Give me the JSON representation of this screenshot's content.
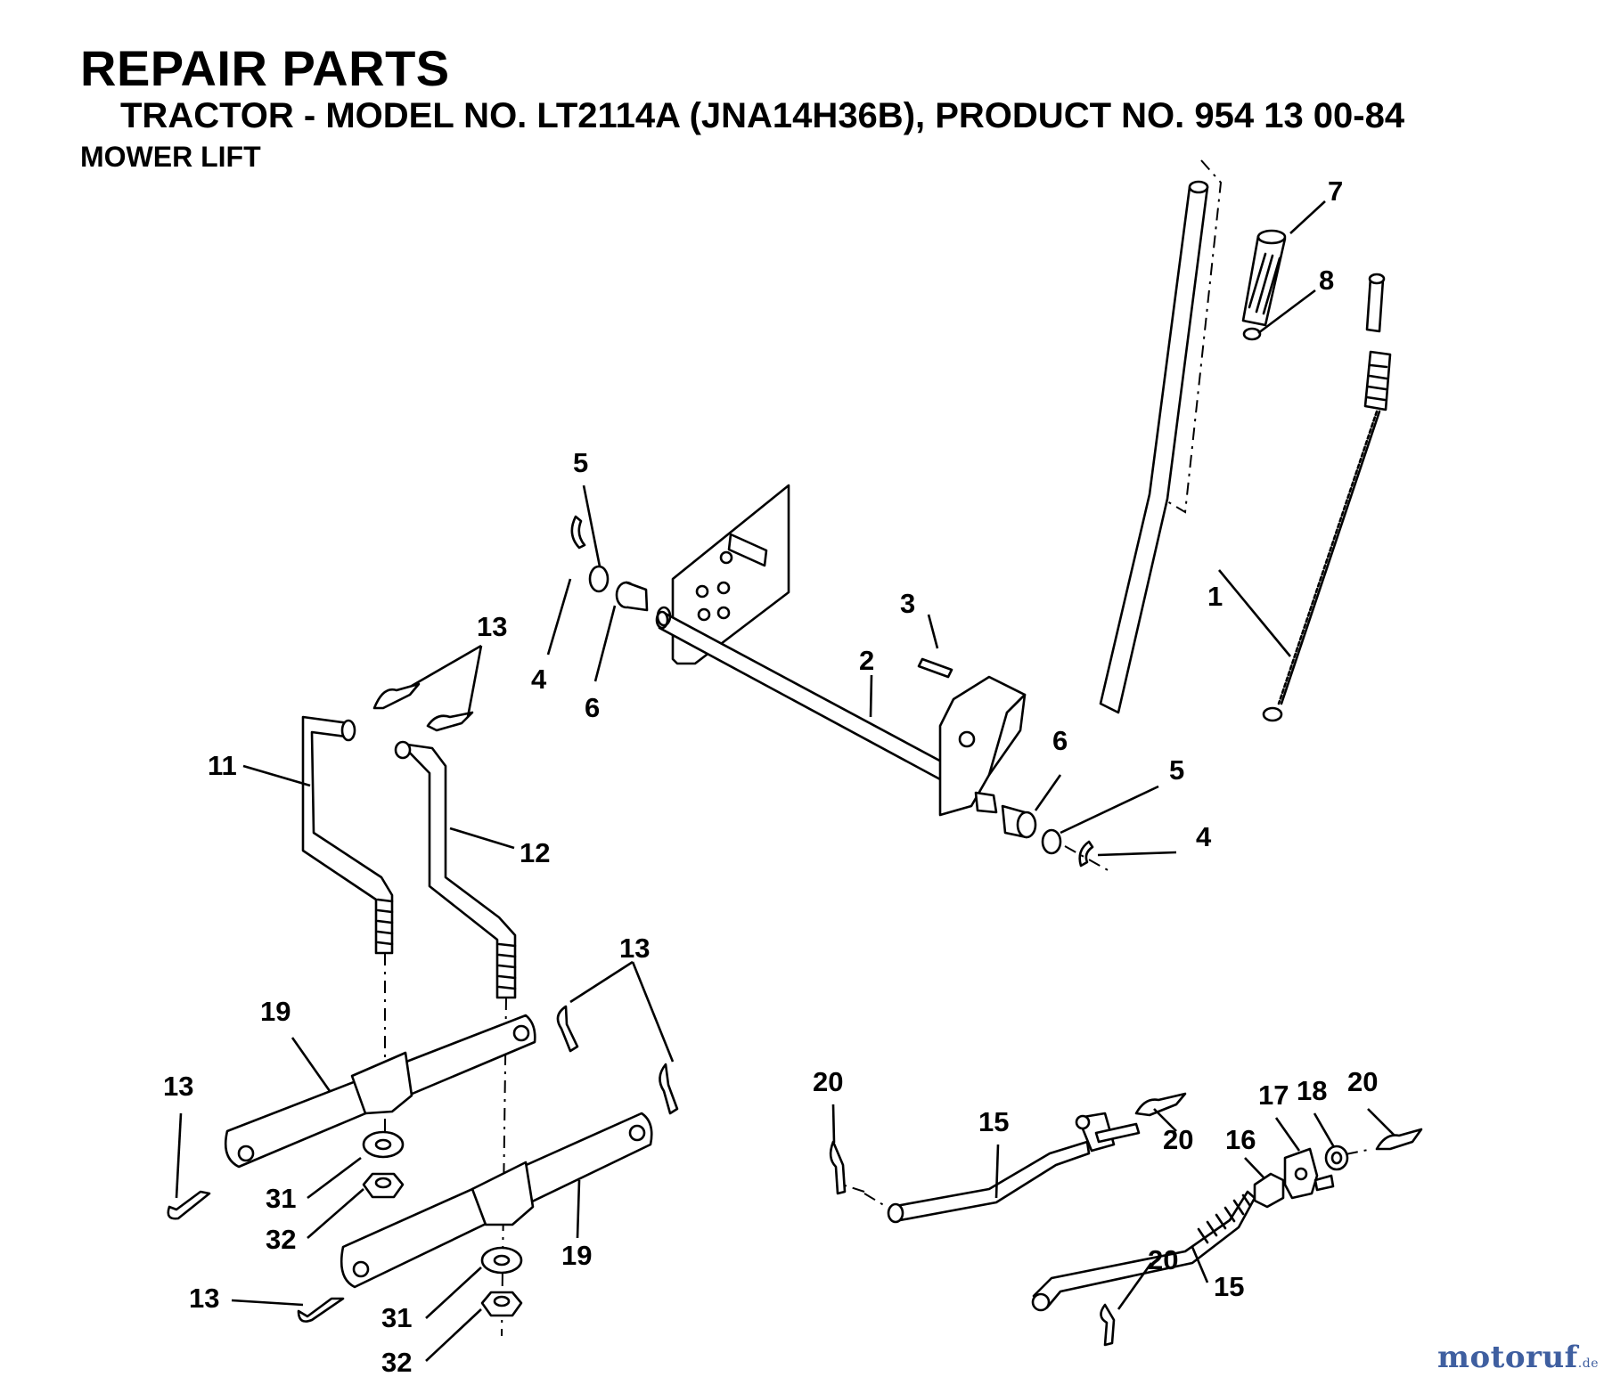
{
  "header": {
    "title": "REPAIR PARTS",
    "subtitle": "TRACTOR - MODEL NO. LT2114A (JNA14H36B), PRODUCT NO. 954 13 00-84",
    "section": "MOWER LIFT"
  },
  "callouts": {
    "c1": "1",
    "c2": "2",
    "c3": "3",
    "c4a": "4",
    "c4b": "4",
    "c5a": "5",
    "c5b": "5",
    "c6a": "6",
    "c6b": "6",
    "c7": "7",
    "c8": "8",
    "c11": "11",
    "c12": "12",
    "c13a": "13",
    "c13b": "13",
    "c13c": "13",
    "c13d": "13",
    "c15a": "15",
    "c15b": "15",
    "c16": "16",
    "c17": "17",
    "c18": "18",
    "c19a": "19",
    "c19b": "19",
    "c20a": "20",
    "c20b": "20",
    "c20c": "20",
    "c20d": "20",
    "c31a": "31",
    "c31b": "31",
    "c32a": "32",
    "c32b": "32"
  },
  "watermark": {
    "brand": "motoruf",
    "tld": ".de"
  },
  "colors": {
    "line": "#000000",
    "background": "#ffffff",
    "watermark": "#3f5fa0"
  }
}
